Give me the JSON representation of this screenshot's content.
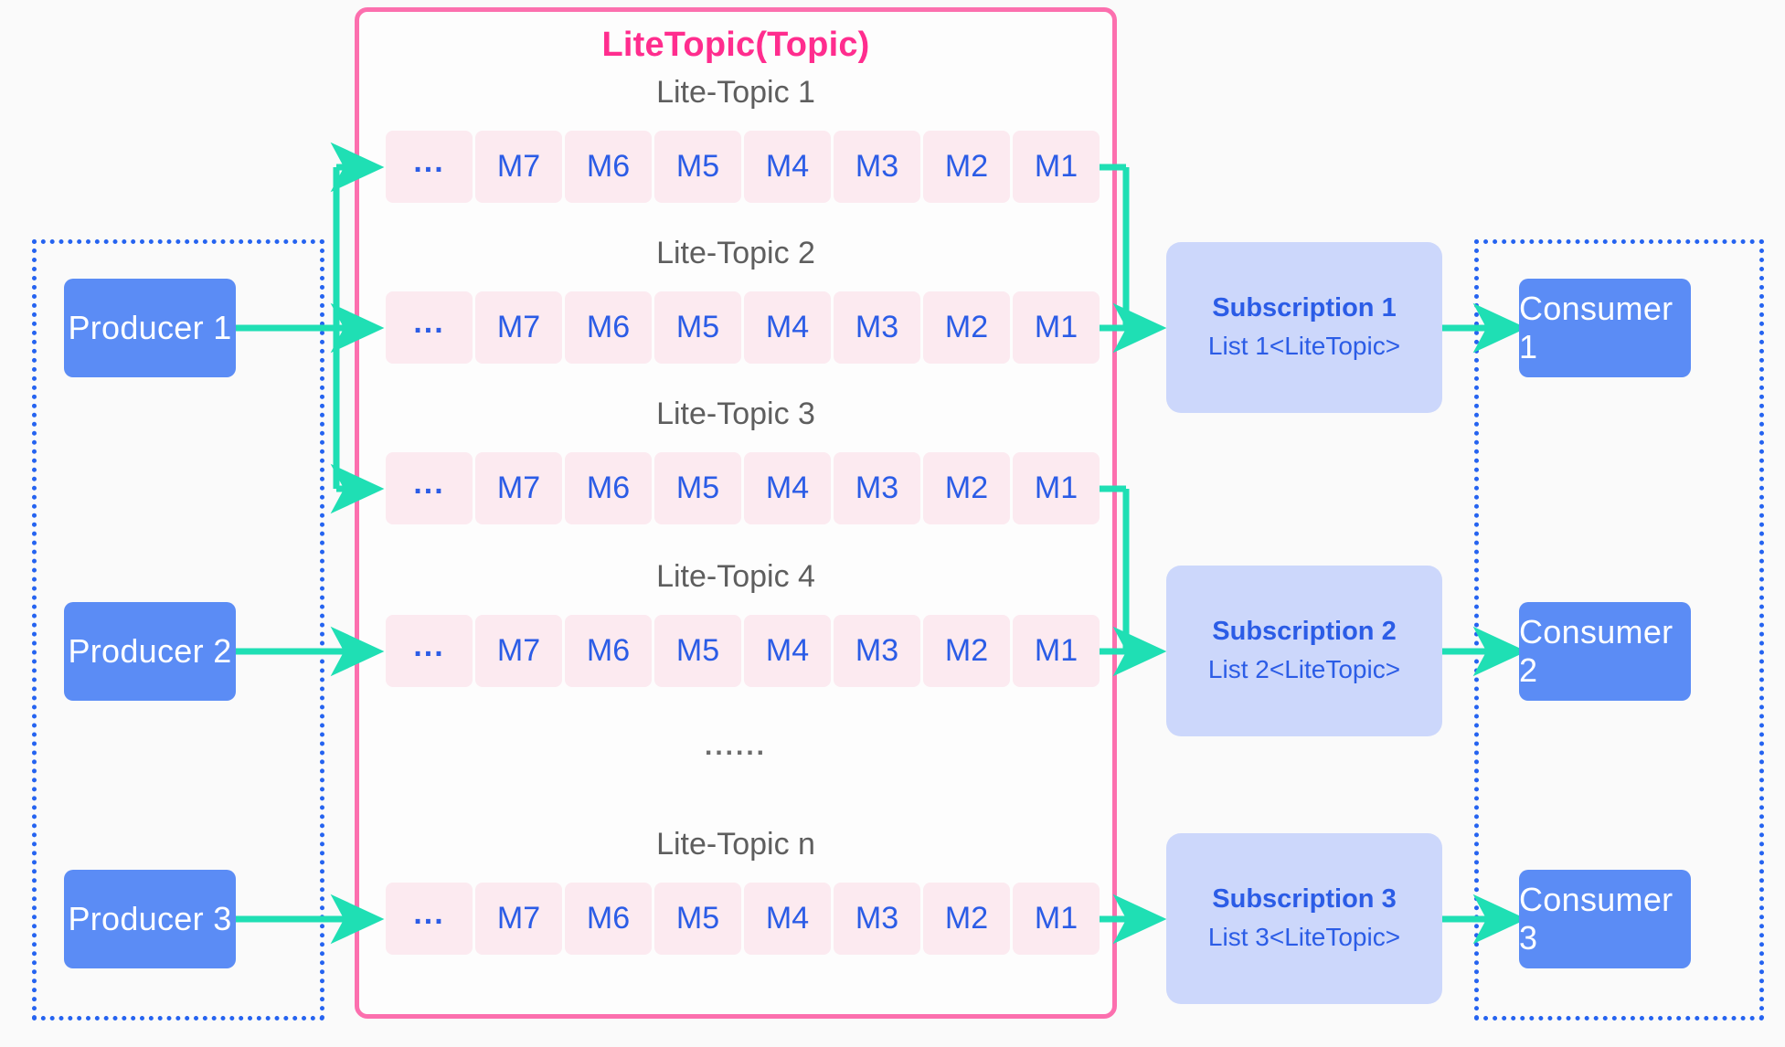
{
  "diagram": {
    "title": "LiteTopic(Topic)",
    "accent_pink": "#ff2d8e",
    "accent_blue": "#2b5ce6",
    "accent_teal": "#1fdfb4",
    "node_blue": "#5b8cf5",
    "msg_pink": "#fceaf0",
    "sub_blue": "#ccd7fb",
    "dotted_blue": "#2563f0",
    "row_gap_ellipsis": "......"
  },
  "producers": [
    {
      "label": "Producer 1"
    },
    {
      "label": "Producer 2"
    },
    {
      "label": "Producer 3"
    }
  ],
  "consumers": [
    {
      "label": "Consumer 1"
    },
    {
      "label": "Consumer 2"
    },
    {
      "label": "Consumer 3"
    }
  ],
  "subscriptions": [
    {
      "title": "Subscription 1",
      "list": "List 1<LiteTopic>"
    },
    {
      "title": "Subscription 2",
      "list": "List 2<LiteTopic>"
    },
    {
      "title": "Subscription 3",
      "list": "List 3<LiteTopic>"
    }
  ],
  "lite_topics": [
    {
      "label": "Lite-Topic 1",
      "messages": [
        "...",
        "M7",
        "M6",
        "M5",
        "M4",
        "M3",
        "M2",
        "M1"
      ]
    },
    {
      "label": "Lite-Topic 2",
      "messages": [
        "...",
        "M7",
        "M6",
        "M5",
        "M4",
        "M3",
        "M2",
        "M1"
      ]
    },
    {
      "label": "Lite-Topic 3",
      "messages": [
        "...",
        "M7",
        "M6",
        "M5",
        "M4",
        "M3",
        "M2",
        "M1"
      ]
    },
    {
      "label": "Lite-Topic 4",
      "messages": [
        "...",
        "M7",
        "M6",
        "M5",
        "M4",
        "M3",
        "M2",
        "M1"
      ]
    },
    {
      "label": "Lite-Topic n",
      "messages": [
        "...",
        "M7",
        "M6",
        "M5",
        "M4",
        "M3",
        "M2",
        "M1"
      ]
    }
  ]
}
